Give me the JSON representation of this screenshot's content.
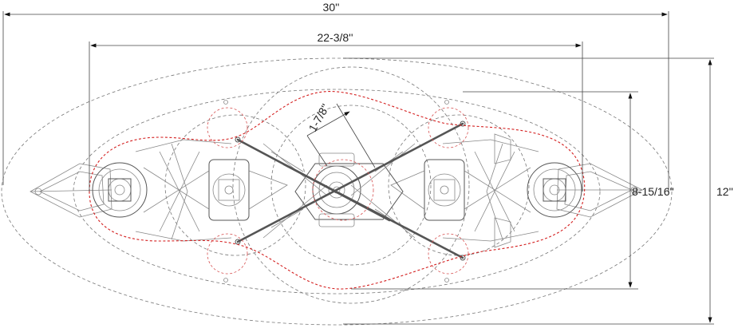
{
  "diagram": {
    "dimensions": {
      "overall_length": "30''",
      "frame_length": "22-3/8''",
      "hub_offset": "1-7/8''",
      "arm_span": "8-15/16''",
      "overall_width": "12''"
    },
    "colors": {
      "dimension_line": "#222222",
      "envelope_outline": "#d42020",
      "construction_line": "#777777"
    }
  }
}
